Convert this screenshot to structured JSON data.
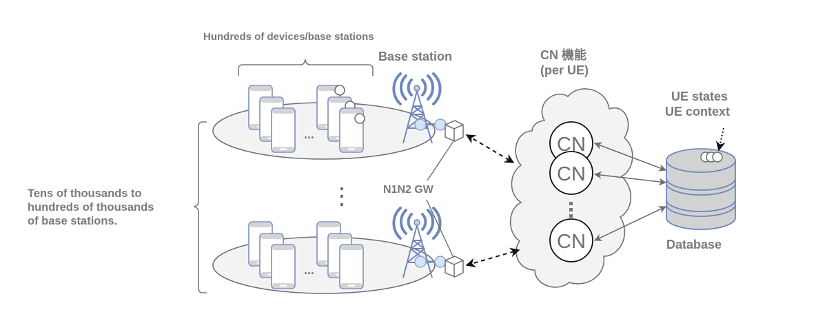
{
  "labels": {
    "devices_group": "Hundreds of devices/base stations",
    "base_station": "Base station",
    "cn_function_line1": "CN 機能",
    "cn_function_line2": "(per UE)",
    "ue_states": "UE states",
    "ue_context": "UE context",
    "database": "Database",
    "gateway": "N1N2 GW",
    "base_station_count_line1": "Tens of thousands to",
    "base_station_count_line2": "hundreds of thousands",
    "base_station_count_line3": "of base stations."
  },
  "cn_nodes": [
    {
      "label": "CN"
    },
    {
      "label": "CN"
    },
    {
      "label": "CN"
    }
  ],
  "ellipsis": {
    "horizontal": "...",
    "vertical": "⋮"
  },
  "colors": {
    "text_gray": "#7a7a7a",
    "device_blue": "#7b8fc0",
    "tower_blue": "#6f87bd",
    "node_fill": "#d6e4f7",
    "plate_fill": "#f3f3f3",
    "cloud_fill": "#f3f3f3",
    "db_fill": "#d2d2d2",
    "line_gray": "#707070",
    "arrow_black": "#111111"
  },
  "icons": [
    "smartphone-icon",
    "cell-tower-icon",
    "gateway-cube-icon",
    "cloud-icon",
    "database-icon",
    "ue-state-circles-icon"
  ]
}
